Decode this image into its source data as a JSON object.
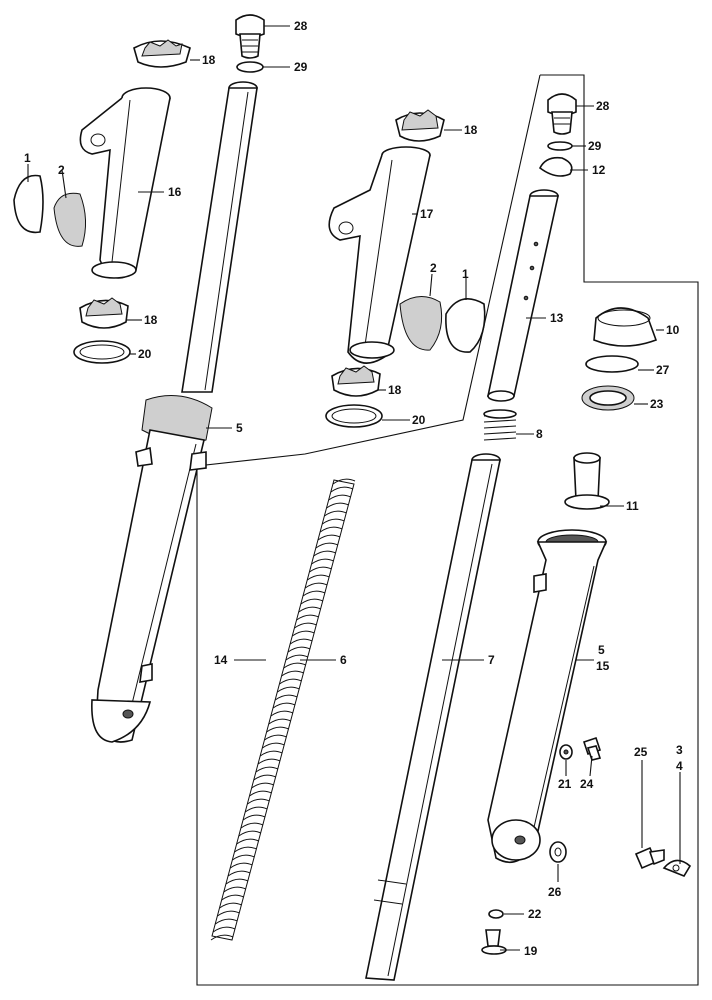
{
  "callouts": [
    {
      "id": "c28a",
      "text": "28"
    },
    {
      "id": "c29a",
      "text": "29"
    },
    {
      "id": "c18a",
      "text": "18"
    },
    {
      "id": "c1a",
      "text": "1"
    },
    {
      "id": "c2a",
      "text": "2"
    },
    {
      "id": "c16",
      "text": "16"
    },
    {
      "id": "c18b",
      "text": "18"
    },
    {
      "id": "c20a",
      "text": "20"
    },
    {
      "id": "c5a",
      "text": "5"
    },
    {
      "id": "c28b",
      "text": "28"
    },
    {
      "id": "c29b",
      "text": "29"
    },
    {
      "id": "c12",
      "text": "12"
    },
    {
      "id": "c18c",
      "text": "18"
    },
    {
      "id": "c17",
      "text": "17"
    },
    {
      "id": "c2b",
      "text": "2"
    },
    {
      "id": "c1b",
      "text": "1"
    },
    {
      "id": "c13",
      "text": "13"
    },
    {
      "id": "c10",
      "text": "10"
    },
    {
      "id": "c27",
      "text": "27"
    },
    {
      "id": "c23",
      "text": "23"
    },
    {
      "id": "c18d",
      "text": "18"
    },
    {
      "id": "c20b",
      "text": "20"
    },
    {
      "id": "c8",
      "text": "8"
    },
    {
      "id": "c11",
      "text": "11"
    },
    {
      "id": "c14",
      "text": "14"
    },
    {
      "id": "c6",
      "text": "6"
    },
    {
      "id": "c7",
      "text": "7"
    },
    {
      "id": "c5b",
      "text": "5"
    },
    {
      "id": "c15",
      "text": "15"
    },
    {
      "id": "c25",
      "text": "25"
    },
    {
      "id": "c3",
      "text": "3"
    },
    {
      "id": "c4",
      "text": "4"
    },
    {
      "id": "c21",
      "text": "21"
    },
    {
      "id": "c24",
      "text": "24"
    },
    {
      "id": "c26",
      "text": "26"
    },
    {
      "id": "c22",
      "text": "22"
    },
    {
      "id": "c19",
      "text": "19"
    }
  ]
}
